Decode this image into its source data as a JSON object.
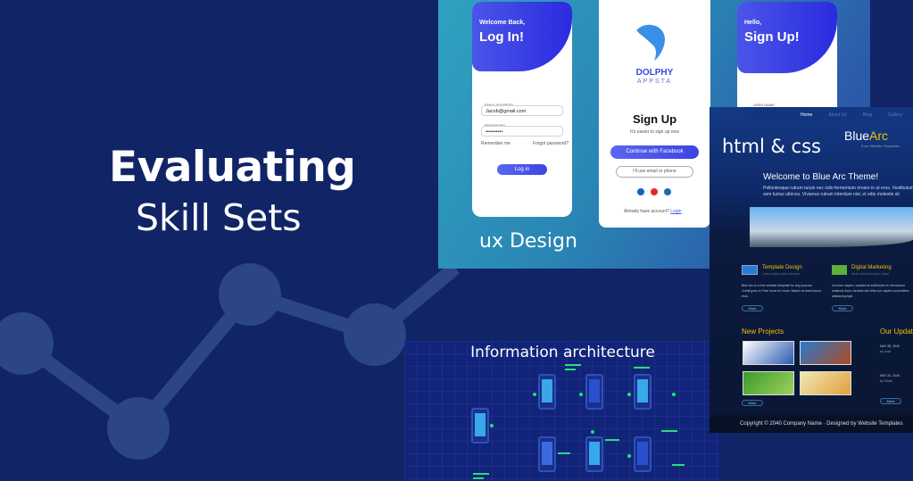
{
  "headline": {
    "line1": "Evaluating",
    "line2": "Skill Sets"
  },
  "ux_panel": {
    "label": "ux Design",
    "login_card": {
      "greeting": "Welcome Back,",
      "title": "Log In!",
      "email_label": "EMAIL ADDRESS",
      "email_value": "Jacob@gmail.com",
      "password_label": "PASSWORD",
      "password_value": "••••••••••",
      "remember": "Remember me",
      "forgot": "Forgot password?",
      "login_button": "Log in"
    },
    "signup_card": {
      "brand1": "DOLPHY",
      "brand2": "APPSTA",
      "title": "Sign Up",
      "subtitle": "It's easier to sign up now",
      "facebook_button": "Continue with Facebook",
      "email_button": "I'll use email or phone",
      "have_account": "Already have account?",
      "login_link": "Login"
    },
    "hello_card": {
      "greeting": "Hello,",
      "title": "Sign Up!",
      "username_label": "USER NAME"
    }
  },
  "html_panel": {
    "label": "html & css",
    "nav": [
      "Home",
      "About Us",
      "Blog",
      "Gallery"
    ],
    "logo1": "Blue",
    "logo2": "Arc",
    "tagline": "Free Website Templates",
    "welcome": "Welcome to Blue Arc Theme!",
    "welcome_text": "Pellentesque rutrum turpis nec odio fermentum ornare in ut eros. Vestibulum sem luctus ultrices. Vivamus rutrum interdum nisl, et odio molestie sit",
    "feature1": {
      "title": "Template Design",
      "sub": "Lorem ipsum dolor sit amet",
      "text": "Blue Arc is a free website template for any purpose. Credit goes to Free Icons for icons. Mauris at amet ipsum eros."
    },
    "feature2": {
      "title": "Digital Marketing",
      "sub": "Morbi tincidunt lectus nisue",
      "text": "Ut lorem sapien, sodales at sollicitudin et, fermentum euismod dolor. Aenean sed felis non sapien consectetur adipiscing eget."
    },
    "more": "More",
    "projects_title": "New Projects",
    "updates_title": "Our Updates",
    "updates": [
      {
        "date": "MAY 28, 2040",
        "by": "by Josh"
      },
      {
        "date": "MAY 24, 2040",
        "by": "by Olivia"
      }
    ],
    "footer": "Copyright © 2040 Company Name · Designed by Website Templates"
  },
  "ia_panel": {
    "label": "Information architecture"
  },
  "colors": {
    "background": "#102466",
    "accent_yellow": "#f2c200",
    "green": "#24e07a"
  }
}
